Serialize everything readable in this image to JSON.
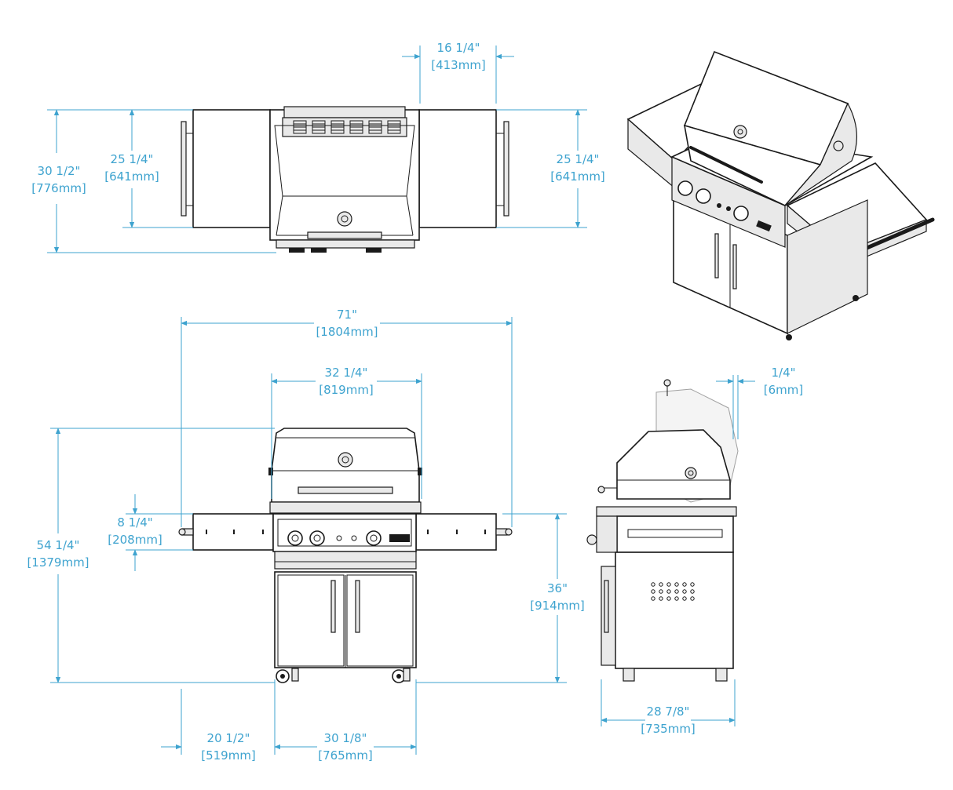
{
  "top_view": {
    "opening_width": {
      "imperial": "16 1/4\"",
      "metric": "[413mm]"
    },
    "overall_depth": {
      "imperial": "30 1/2\"",
      "metric": "[776mm]"
    },
    "shelf_depth_left": {
      "imperial": "25 1/4\"",
      "metric": "[641mm]"
    },
    "shelf_depth_right": {
      "imperial": "25 1/4\"",
      "metric": "[641mm]"
    }
  },
  "front_view": {
    "overall_width": {
      "imperial": "71\"",
      "metric": "[1804mm]"
    },
    "hood_width": {
      "imperial": "32 1/4\"",
      "metric": "[819mm]"
    },
    "overall_height": {
      "imperial": "54 1/4\"",
      "metric": "[1379mm]"
    },
    "control_panel_height": {
      "imperial": "8 1/4\"",
      "metric": "[208mm]"
    },
    "counter_height": {
      "imperial": "36\"",
      "metric": "[914mm]"
    },
    "shelf_width": {
      "imperial": "20 1/2\"",
      "metric": "[519mm]"
    },
    "cart_width": {
      "imperial": "30 1/8\"",
      "metric": "[765mm]"
    }
  },
  "side_view": {
    "hood_clearance": {
      "imperial": "1/4\"",
      "metric": "[6mm]"
    },
    "cart_depth": {
      "imperial": "28 7/8\"",
      "metric": "[735mm]"
    }
  },
  "colors": {
    "dimension": "#3ea3cf",
    "outline": "#1a1a1a"
  }
}
